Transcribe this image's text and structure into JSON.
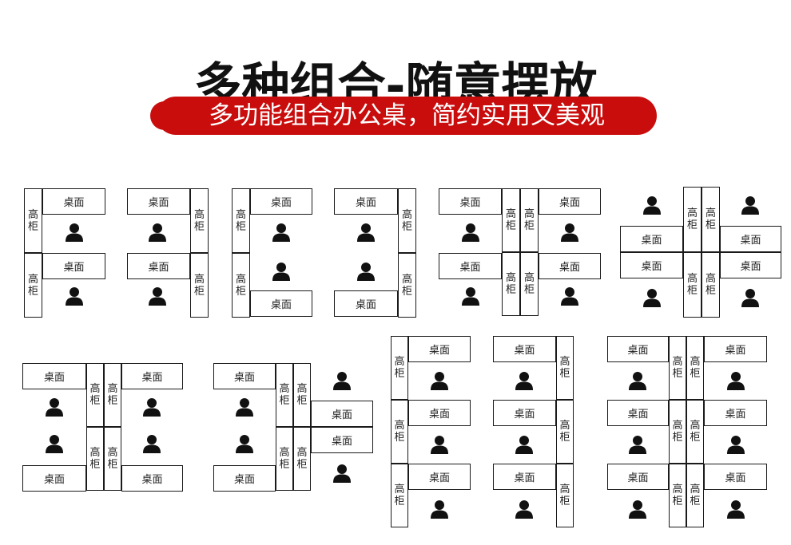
{
  "title": "多种组合-随意摆放",
  "subtitle": "多功能组合办公桌，简约实用又美观",
  "labels": {
    "desk": "桌面",
    "cabinet": [
      "高",
      "柜"
    ]
  },
  "colors": {
    "banner": "#c90d0d",
    "line": "#1a1a1a",
    "person": "#111111"
  },
  "icons": {
    "person": "person-icon"
  }
}
